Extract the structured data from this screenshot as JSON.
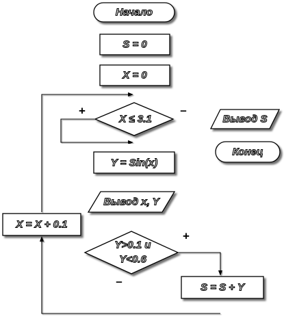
{
  "flowchart": {
    "start": "Начало",
    "init_s": "S = 0",
    "init_x": "X = 0",
    "cond_x": "X ≤ 3.1",
    "cond_yes": "+",
    "cond_no": "–",
    "output_s": "Вывод S",
    "end": "Конец",
    "calc_y": "Y = Sin(x)",
    "output_xy": "Вывод x, Y",
    "cond_y_line1": "Y>0.1 и",
    "cond_y_line2": "Y<0.6",
    "cond_y_yes": "+",
    "cond_y_no": "–",
    "sum": "S = S + Y",
    "increment": "X = X + 0.1"
  }
}
